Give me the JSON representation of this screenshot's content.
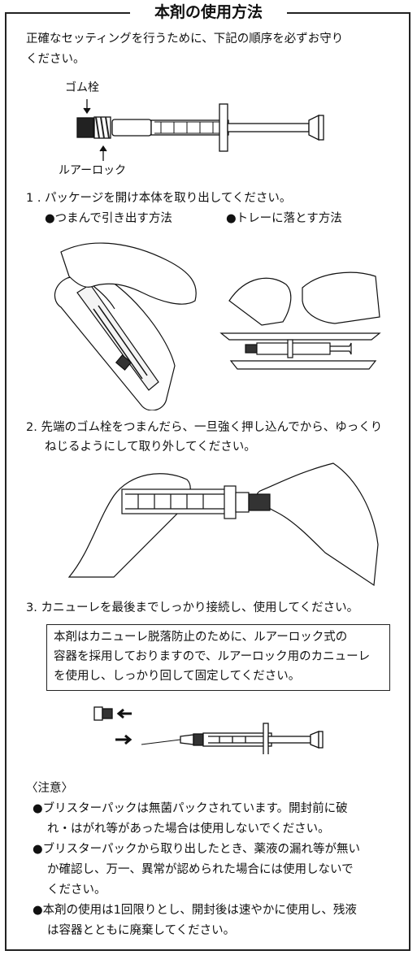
{
  "title": "本剤の使用方法",
  "intro": [
    "正確なセッティングを行うために、下記の順序を必ずお守り",
    "ください。"
  ],
  "diagram_labels": {
    "stopper": "ゴム栓",
    "luer": "ルアーロック"
  },
  "step1": {
    "heading": "1 . パッケージを開け本体を取り出してください。",
    "method_a": "●つまんで引き出す方法",
    "method_b": "●トレーに落とす方法"
  },
  "step2": {
    "lines": [
      "2. 先端のゴム栓をつまんだら、一旦強く押し込んでから、ゆっくり",
      "ねじるようにして取り外してください。"
    ]
  },
  "step3": {
    "heading": "3. カニューレを最後までしっかり接続し、使用してください。",
    "box_lines": [
      "本剤はカニューレ脱落防止のために、ルアーロック式の",
      "容器を採用しておりますので、ルアーロック用のカニューレ",
      "を使用し、しっかり回して固定してください。"
    ]
  },
  "notes": {
    "heading": "〈注意〉",
    "items": [
      [
        "●ブリスターパックは無菌パックされています。開封前に破",
        "れ・はがれ等があった場合は使用しないでください。"
      ],
      [
        "●ブリスターパックから取り出したとき、薬液の漏れ等が無い",
        "か確認し、万一、異常が認められた場合には使用しないで",
        "ください。"
      ],
      [
        "●本剤の使用は1回限りとし、開封後は速やかに使用し、残液",
        "は容器とともに廃棄してください。"
      ]
    ]
  }
}
